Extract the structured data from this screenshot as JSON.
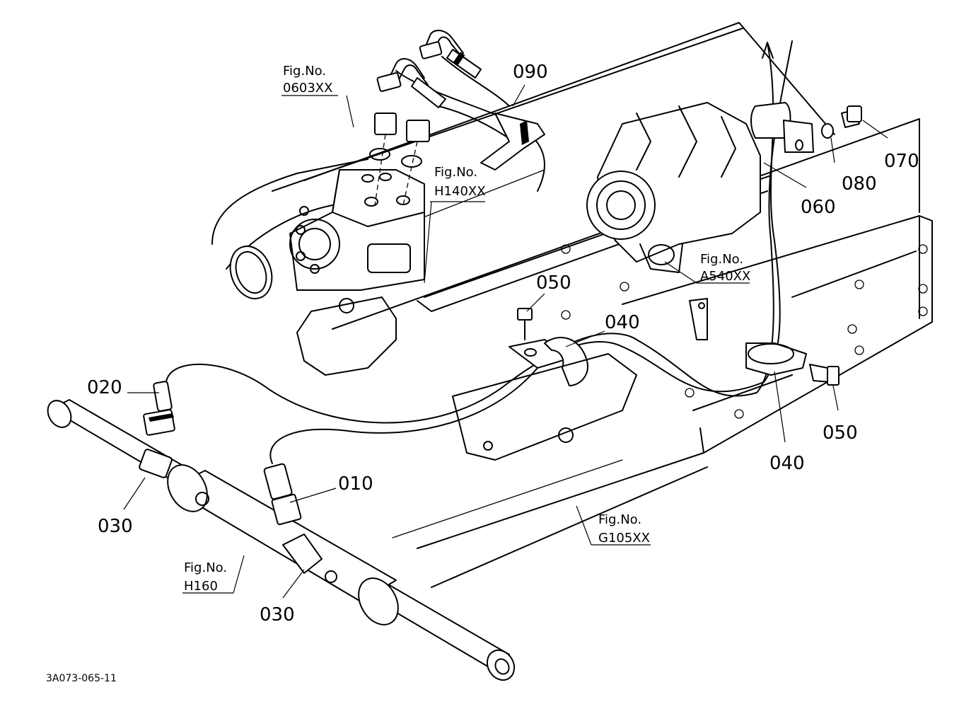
{
  "callouts": {
    "p010": "010",
    "p020": "020",
    "p030a": "030",
    "p030b": "030",
    "p040a": "040",
    "p040b": "040",
    "p050a": "050",
    "p050b": "050",
    "p060": "060",
    "p070": "070",
    "p080": "080",
    "p090": "090"
  },
  "fig_refs": {
    "f0603": {
      "label": "Fig.No.",
      "code": "0603XX"
    },
    "fH140": {
      "label": "Fig.No.",
      "code": "H140XX"
    },
    "fA540": {
      "label": "Fig.No.",
      "code": "A540XX"
    },
    "fG105": {
      "label": "Fig.No.",
      "code": "G105XX"
    },
    "fH160": {
      "label": "Fig.No.",
      "code": "H160"
    }
  },
  "drawing_code": "3A073-065-11"
}
